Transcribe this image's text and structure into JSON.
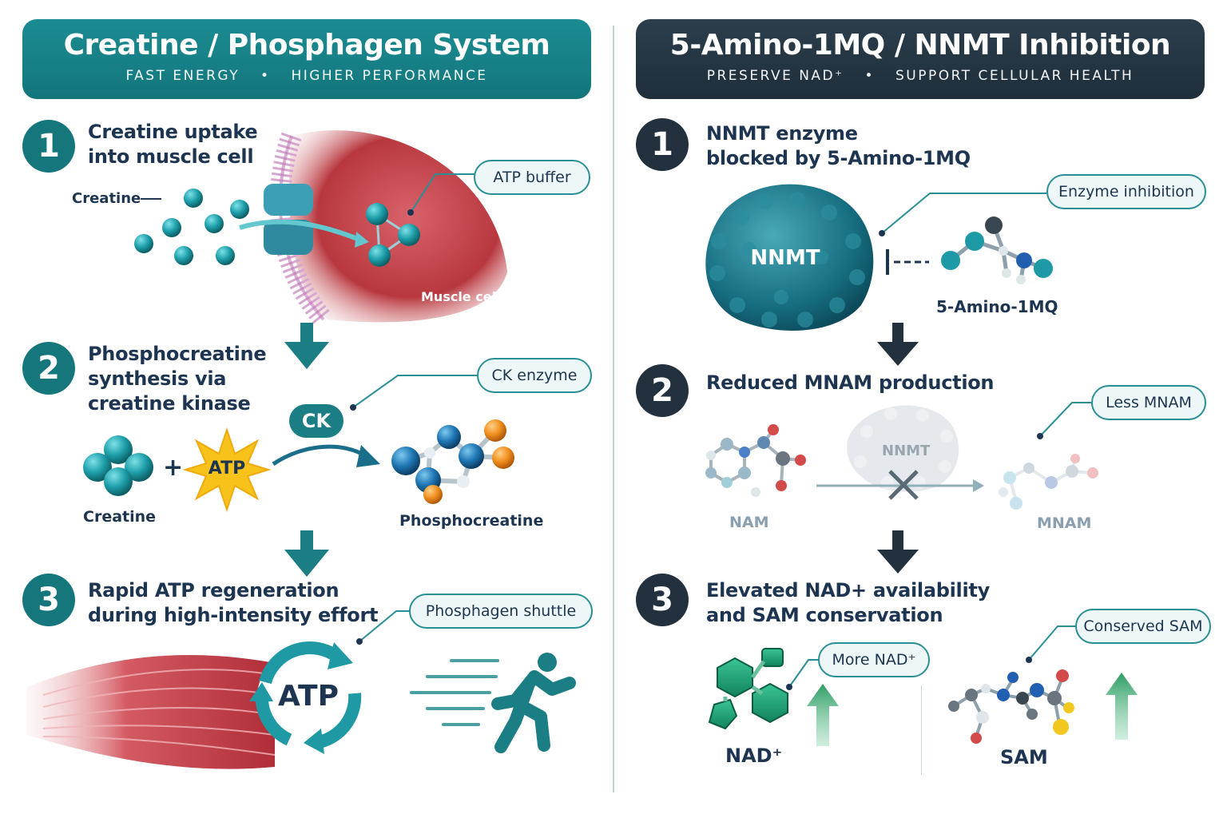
{
  "left": {
    "title": "Creatine / Phosphagen System",
    "subtitle_a": "FAST ENERGY",
    "subtitle_b": "HIGHER PERFORMANCE",
    "steps": [
      {
        "number": "1",
        "line1": "Creatine uptake",
        "line2": "into muscle cell",
        "line3": ""
      },
      {
        "number": "2",
        "line1": "Phosphocreatine",
        "line2": "synthesis via",
        "line3": "creatine kinase"
      },
      {
        "number": "3",
        "line1": "Rapid ATP regeneration",
        "line2": "during high-intensity effort",
        "line3": ""
      }
    ],
    "creatine_label": "Creatine",
    "muscle_cell_label": "Muscle cell",
    "atp_buffer": "ATP buffer",
    "ck_badge": "CK",
    "ck_enzyme": "CK enzyme",
    "plus": "+",
    "atp_star": "ATP",
    "creatine_bottom_label": "Creatine",
    "phosphocreatine_label": "Phosphocreatine",
    "phosphagen_shuttle": "Phosphagen shuttle",
    "atp_cycle": "ATP"
  },
  "right": {
    "title": "5-Amino-1MQ / NNMT Inhibition",
    "subtitle_a": "PRESERVE NAD⁺",
    "subtitle_b": "SUPPORT CELLULAR HEALTH",
    "steps": [
      {
        "number": "1",
        "line1": "NNMT enzyme",
        "line2": "blocked by 5-Amino-1MQ"
      },
      {
        "number": "2",
        "line1": "Reduced MNAM production",
        "line2": ""
      },
      {
        "number": "3",
        "line1": "Elevated NAD+ availability",
        "line2": "and SAM conservation"
      }
    ],
    "nnmt_label": "NNMT",
    "enzyme_inhibition": "Enzyme inhibition",
    "amino_label": "5-Amino-1MQ",
    "less_mnam": "Less MNAM",
    "nnmt_faded": "NNMT",
    "nam_label": "NAM",
    "mnam_label": "MNAM",
    "more_nad": "More NAD⁺",
    "conserved_sam": "Conserved SAM",
    "nad_label": "NAD⁺",
    "sam_label": "SAM"
  },
  "colors": {
    "teal": "#15767c",
    "dark": "#22313d",
    "accent_teal": "#2a8f95",
    "green_arrow": "#3aa46a",
    "star_yellow": "#f7c21a"
  },
  "icons": [
    "arrow-down-icon",
    "runner-icon",
    "cycle-arrows-icon",
    "x-block-icon",
    "up-arrow-icon"
  ]
}
